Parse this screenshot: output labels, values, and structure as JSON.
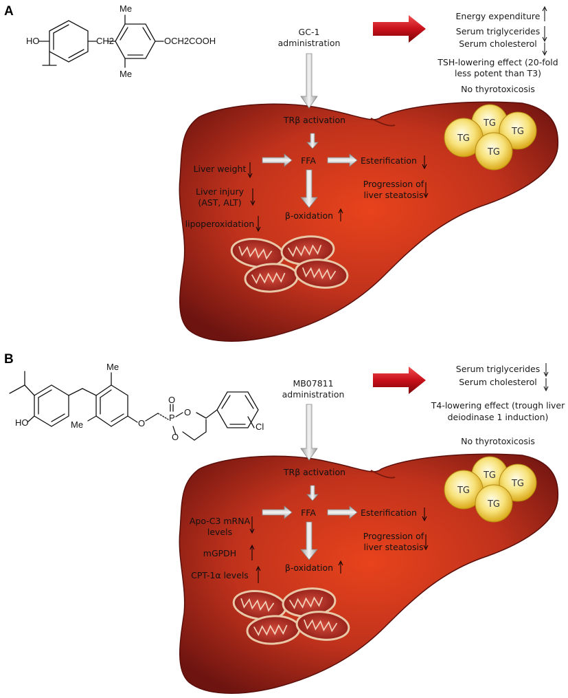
{
  "panel_a": {
    "letter": "A",
    "drug": {
      "line1": "GC-1",
      "line2": "administration"
    },
    "chem": {
      "ho": "HO",
      "ch2": "CH2",
      "me_top": "Me",
      "me_bottom": "Me",
      "och2cooh": "OCH2COOH"
    },
    "effects": {
      "energy": "Energy expenditure",
      "tg": "Serum triglycerides",
      "chol": "Serum cholesterol",
      "tsh1": "TSH-lowering effect (20-fold",
      "tsh2": "less potent than T3)",
      "nothyro": "No thyrotoxicosis"
    },
    "liver": {
      "tr": "TRβ activation",
      "ffa": "FFA",
      "ester": "Esterification",
      "prog1": "Progression of",
      "prog2": "liver steatosis",
      "beta": "β-oxidation",
      "left1": "Liver weight",
      "left2a": "Liver injury",
      "left2b": "(AST, ALT)",
      "left3": "lipoperoxidation"
    },
    "tg_labels": [
      "TG",
      "TG",
      "TG",
      "TG"
    ]
  },
  "panel_b": {
    "letter": "B",
    "drug": {
      "line1": "MB07811",
      "line2": "administration"
    },
    "chem": {
      "ho": "HO",
      "me_top": "Me",
      "me_bottom": "Me",
      "o_ether": "O",
      "p": "P",
      "o_dbl": "O",
      "o_ring1": "O",
      "o_ring2": "O",
      "cl": "Cl"
    },
    "effects": {
      "tg": "Serum triglycerides",
      "chol": "Serum cholesterol",
      "t4a": "T4-lowering effect (trough liver",
      "t4b": "deiodinase 1 induction)",
      "nothyro": "No thyrotoxicosis"
    },
    "liver": {
      "tr": "TRβ activation",
      "ffa": "FFA",
      "ester": "Esterification",
      "prog1": "Progression of",
      "prog2": "liver steatosis",
      "beta": "β-oxidation",
      "left1a": "Apo-C3 mRNA",
      "left1b": "levels",
      "left2": "mGPDH",
      "left3": "CPT-1α levels"
    },
    "tg_labels": [
      "TG",
      "TG",
      "TG",
      "TG"
    ]
  }
}
